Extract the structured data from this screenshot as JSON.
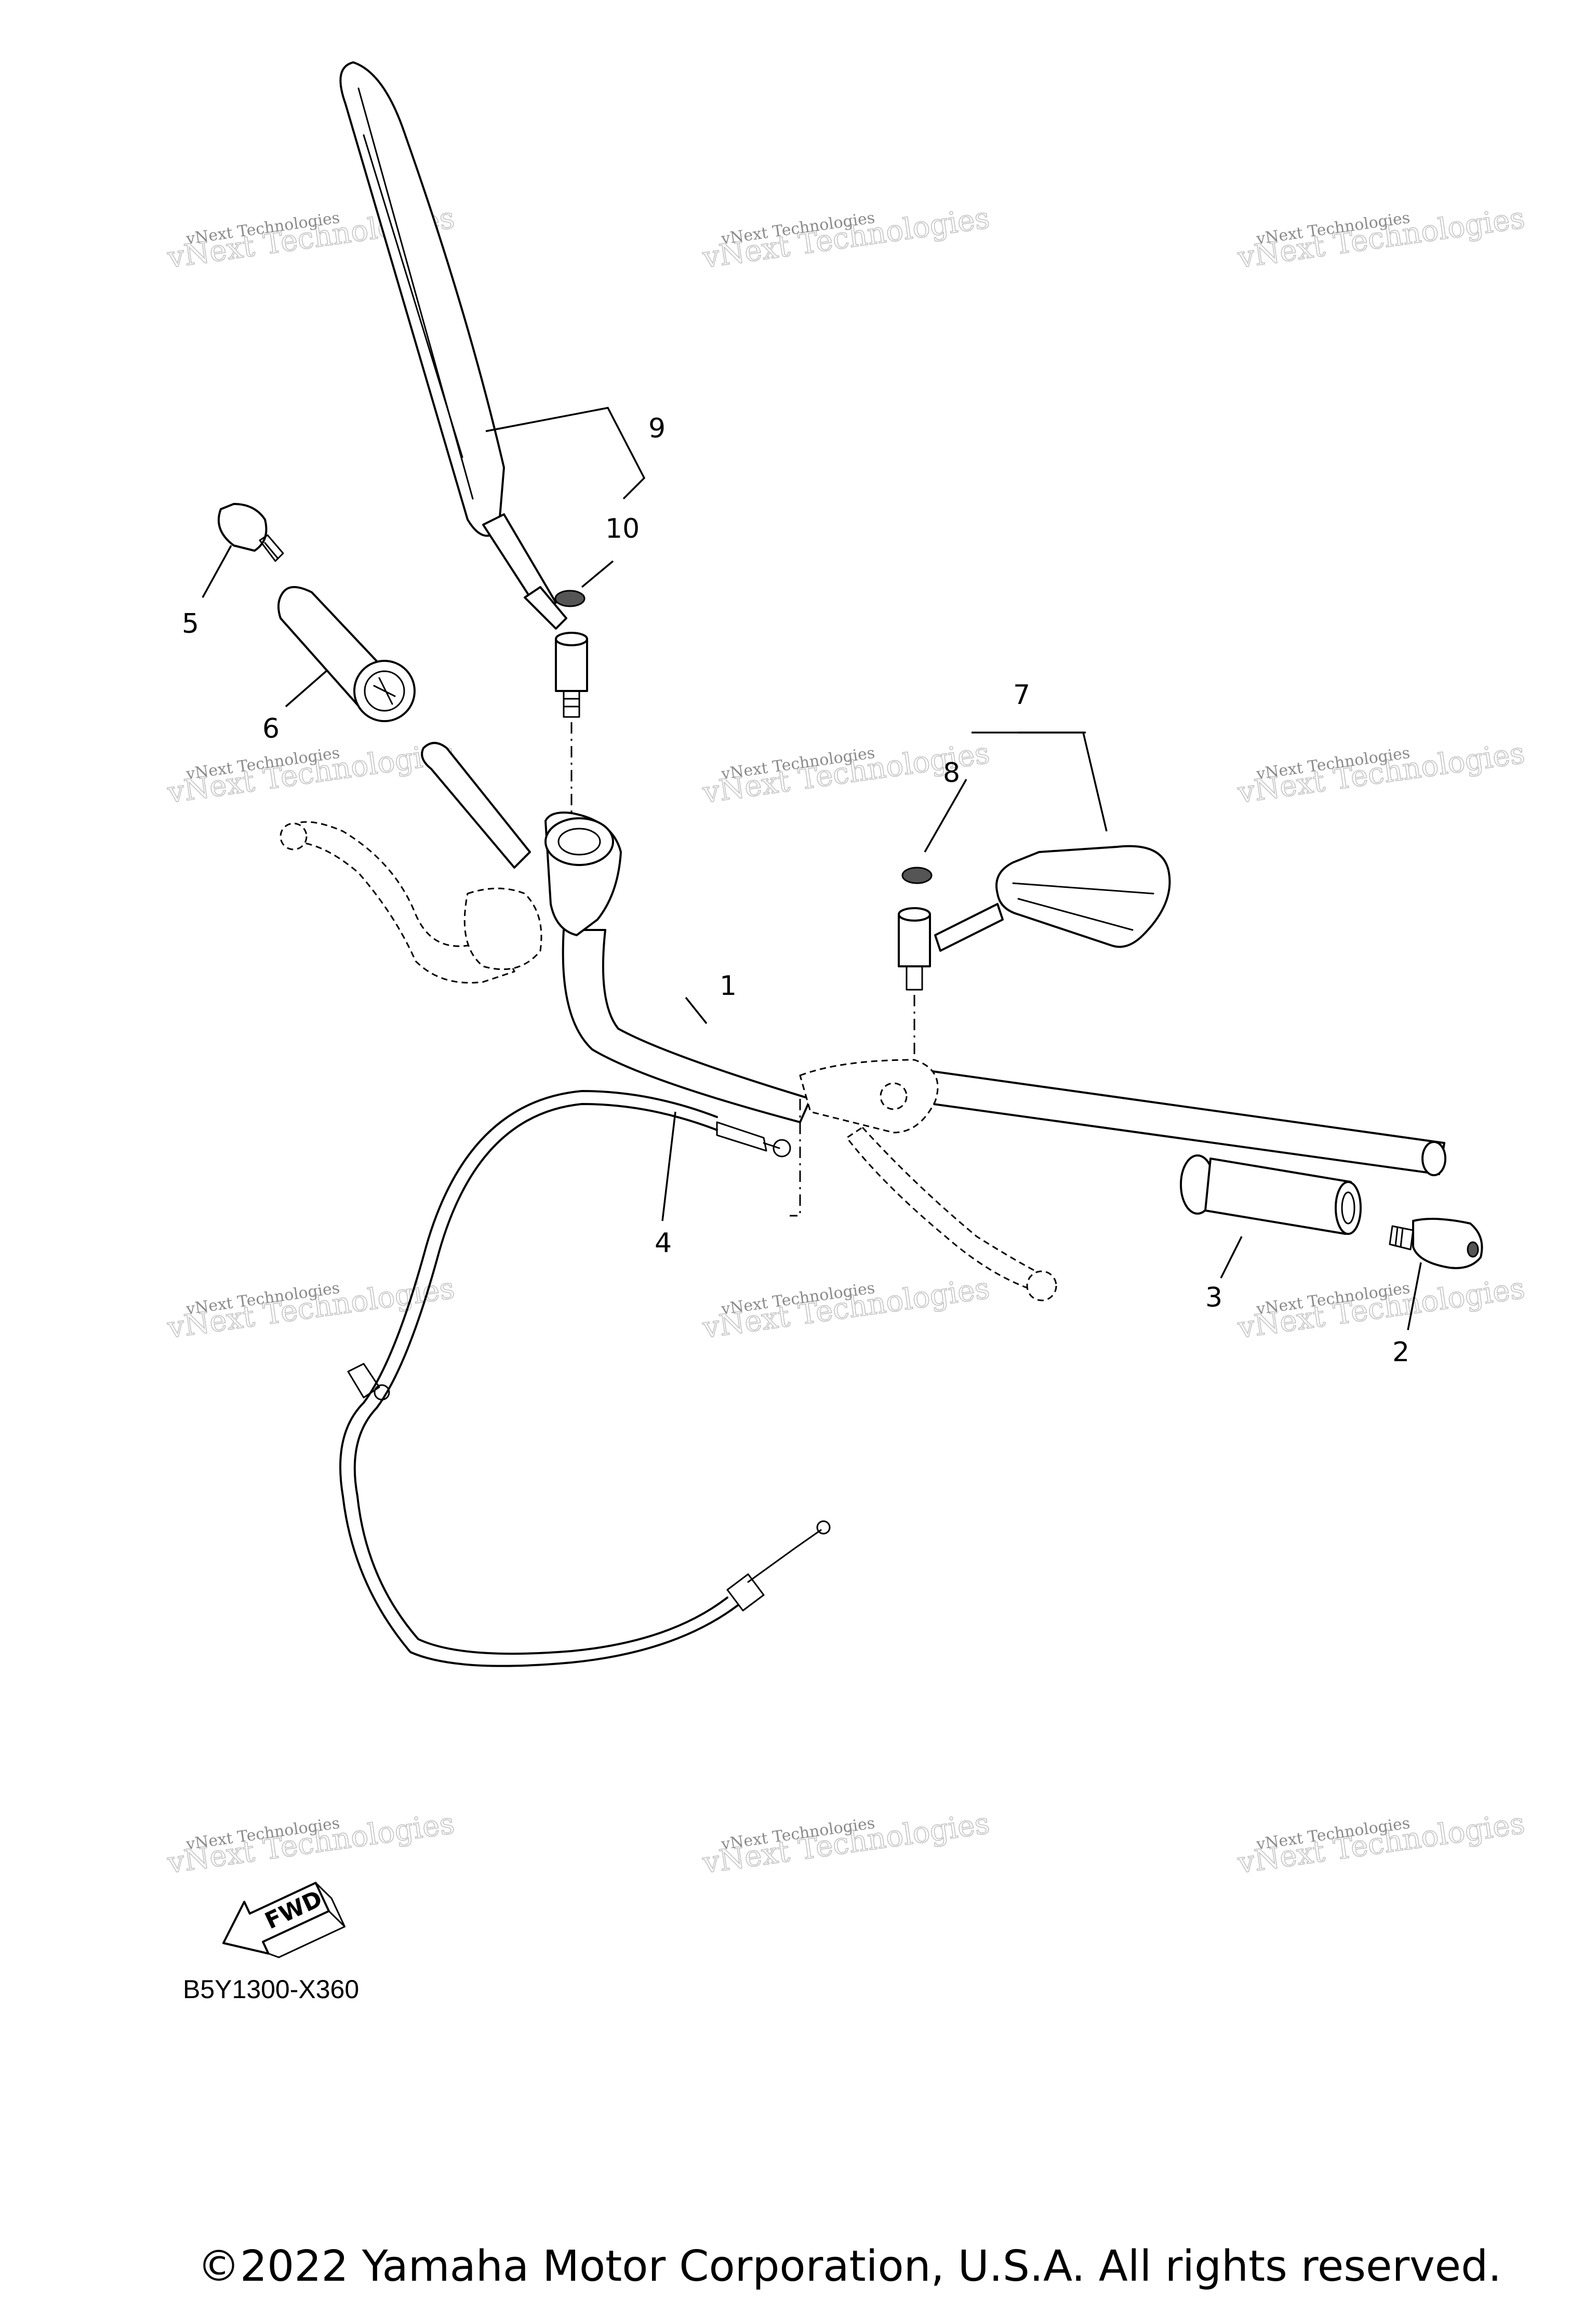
{
  "watermark": {
    "line1": "vNext Technologies",
    "line2": "vNext Technologies"
  },
  "parts": [
    {
      "ref": "1"
    },
    {
      "ref": "2"
    },
    {
      "ref": "3"
    },
    {
      "ref": "4"
    },
    {
      "ref": "5"
    },
    {
      "ref": "6"
    },
    {
      "ref": "7"
    },
    {
      "ref": "8"
    },
    {
      "ref": "9"
    },
    {
      "ref": "10"
    }
  ],
  "fwd_label": "FWD",
  "diagram_code": "B5Y1300-X360",
  "copyright": "©2022 Yamaha Motor Corporation, U.S.A. All rights reserved."
}
